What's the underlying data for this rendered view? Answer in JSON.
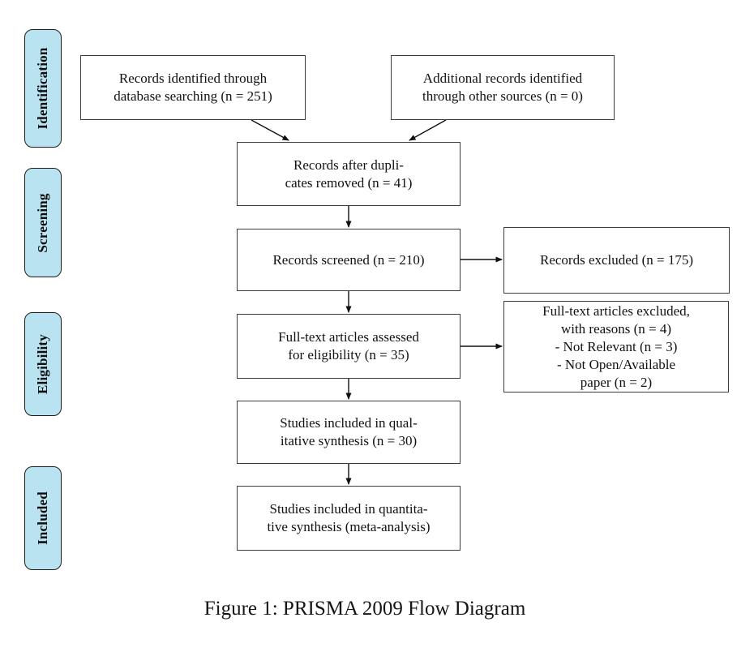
{
  "figure": {
    "caption": "Figure 1: PRISMA 2009 Flow Diagram"
  },
  "stages": [
    {
      "label": "Identification"
    },
    {
      "label": "Screening"
    },
    {
      "label": "Eligibility"
    },
    {
      "label": "Included"
    }
  ],
  "boxes": [
    {
      "id": "records-identified",
      "lines": [
        "Records identified through",
        "database searching (n = 251)"
      ]
    },
    {
      "id": "additional-records",
      "lines": [
        "Additional records identified",
        "through other sources (n = 0)"
      ]
    },
    {
      "id": "records-after-duplicates",
      "lines": [
        "Records after dupli-",
        "cates removed (n = 41)"
      ]
    },
    {
      "id": "records-screened",
      "lines": [
        "Records screened (n = 210)"
      ]
    },
    {
      "id": "records-excluded",
      "lines": [
        "Records excluded (n = 175)"
      ]
    },
    {
      "id": "fulltext-assessed",
      "lines": [
        "Full-text articles assessed",
        "for eligibility (n = 35)"
      ]
    },
    {
      "id": "fulltext-excluded",
      "lines": [
        "Full-text articles excluded,",
        "with reasons (n = 4)",
        "- Not Relevant (n = 3)",
        "- Not Open/Available",
        "paper (n = 2)"
      ]
    },
    {
      "id": "qualitative-synthesis",
      "lines": [
        "Studies included in qual-",
        "itative synthesis (n = 30)"
      ]
    },
    {
      "id": "quantitative-synthesis",
      "lines": [
        "Studies included in quantita-",
        "tive synthesis (meta-analysis)"
      ]
    }
  ],
  "colors": {
    "stage_fill": "#b9e3f1",
    "box_border": "#3c3c3c",
    "arrow": "#111111"
  }
}
